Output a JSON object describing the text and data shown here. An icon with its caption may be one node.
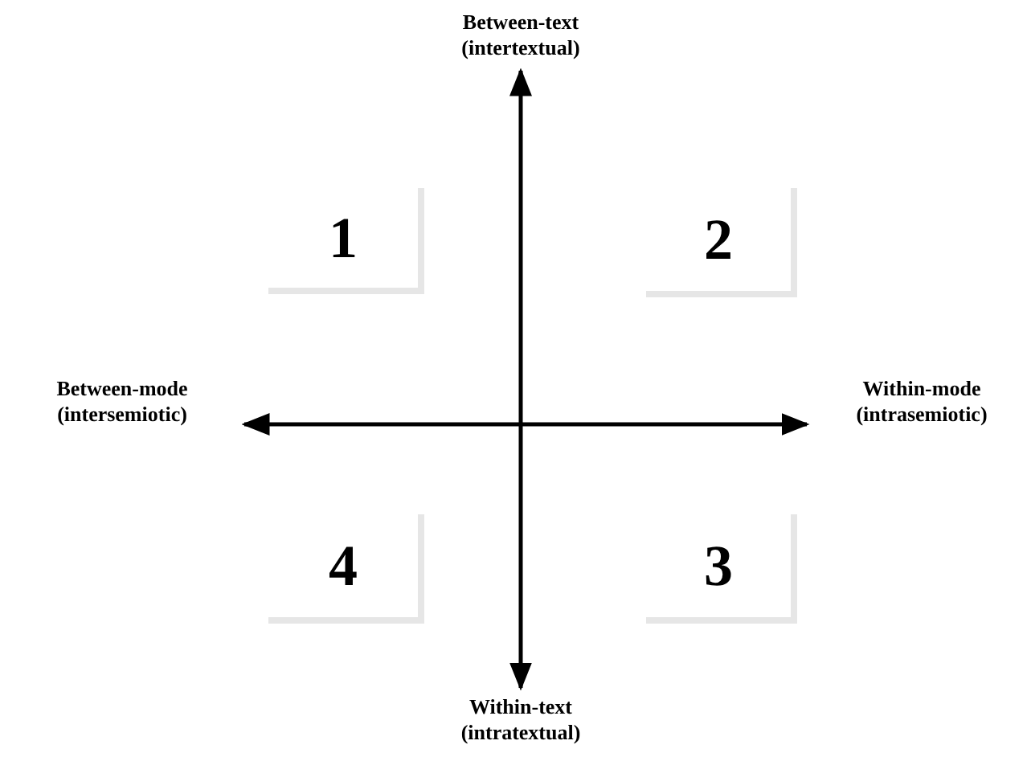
{
  "diagram": {
    "nodes": [
      {
        "text": [
          "Between-text (intertextual)"
        ]
      },
      {
        "text": [
          "Between-mode (intersemiotic)"
        ]
      },
      {
        "text": [
          "Within-mode (intrasemiotic)"
        ]
      },
      {
        "text": [
          "Within-text (intratextual)"
        ]
      },
      {
        "text": [
          "1"
        ]
      },
      {
        "text": [
          "2"
        ]
      },
      {
        "text": [
          "4"
        ]
      },
      {
        "text": [
          "3"
        ]
      }
    ],
    "edges": [
      {
        "from": 3,
        "to": 0,
        "arrow": "both"
      },
      {
        "from": 1,
        "to": 2,
        "arrow": "both"
      }
    ]
  }
}
